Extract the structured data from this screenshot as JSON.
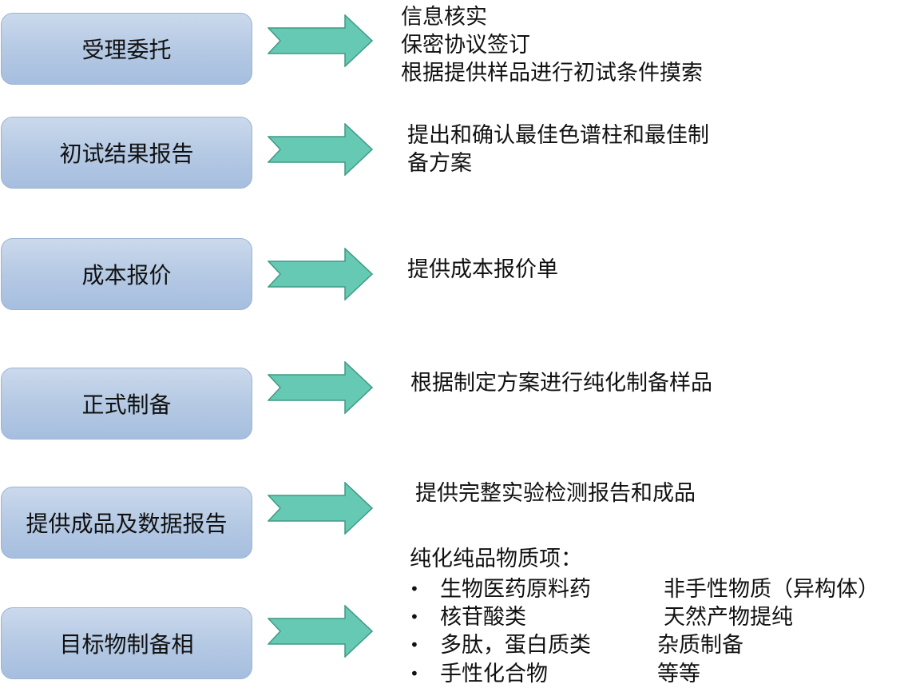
{
  "steps": [
    {
      "label": "受理委托",
      "description": [
        "信息核实",
        "保密协议签订",
        "根据提供样品进行初试条件摸索"
      ]
    },
    {
      "label": "初试结果报告",
      "description": [
        "提出和确认最佳色谱柱和最佳制",
        "备方案"
      ]
    },
    {
      "label": "成本报价",
      "description": [
        "提供成本报价单"
      ]
    },
    {
      "label": "正式制备",
      "description": [
        "根据制定方案进行纯化制备样品"
      ]
    },
    {
      "label": "提供成品及数据报告",
      "description": [
        "提供完整实验检测报告和成品"
      ]
    },
    {
      "label": "目标物制备相",
      "description": []
    }
  ],
  "purification_items": {
    "heading": "纯化纯品物质项：",
    "bullet_symbol": "•",
    "rows": [
      {
        "left": "生物医药原料药",
        "right": "非手性物质（异构体）"
      },
      {
        "left": "核苷酸类",
        "right": "天然产物提纯"
      },
      {
        "left": "多肽，蛋白质类",
        "right": "杂质制备"
      },
      {
        "left": "手性化合物",
        "right": "等等"
      }
    ]
  },
  "colors": {
    "box_fill_top": "#cbd9ec",
    "box_fill_bottom": "#a6bedf",
    "box_border": "#9db3d1",
    "arrow_fill": "#66c9b3",
    "arrow_stroke": "#3f9a85"
  }
}
